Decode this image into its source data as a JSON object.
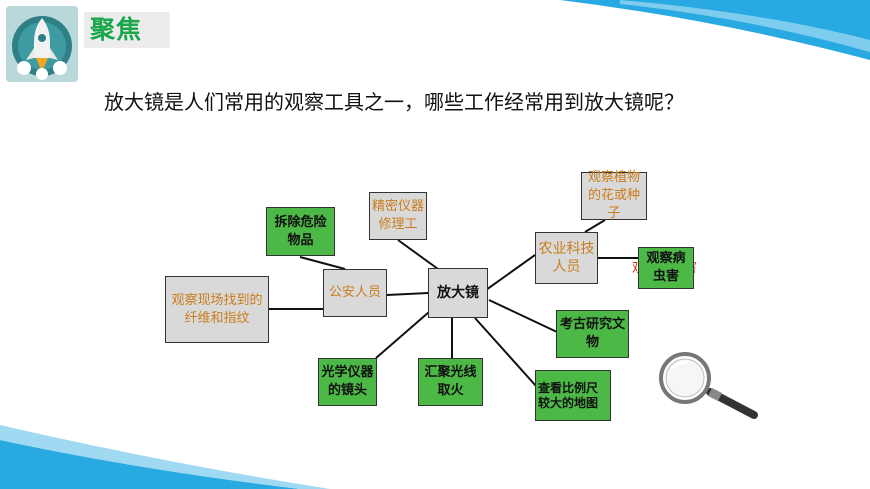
{
  "header": {
    "title": "聚焦",
    "question": "放大镜是人们常用的观察工具之一，哪些工作经常用到放大镜呢？"
  },
  "mindmap": {
    "center": "放大镜",
    "nodes": {
      "police": "公安人员",
      "dismantle": "拆除危险物品",
      "fiber": "观察现场找到的纤维和指纹",
      "repair": "精密仪器修理工",
      "agri": "农业科技人员",
      "flower": "观察植物的花或种子",
      "pest": "观察病虫害",
      "archaeology": "考古研究文物",
      "map": "查看比例尺较大的地图",
      "fire": "汇聚光线取火",
      "optics": "光学仪器的镜头"
    }
  },
  "colors": {
    "green": "#4cb846",
    "gray": "#d9d9d9",
    "orange_text": "#c97d1c",
    "title_green": "#1aa64a"
  },
  "icons": {
    "logo": "rocket-icon",
    "decor": "magnifying-glass-icon"
  }
}
